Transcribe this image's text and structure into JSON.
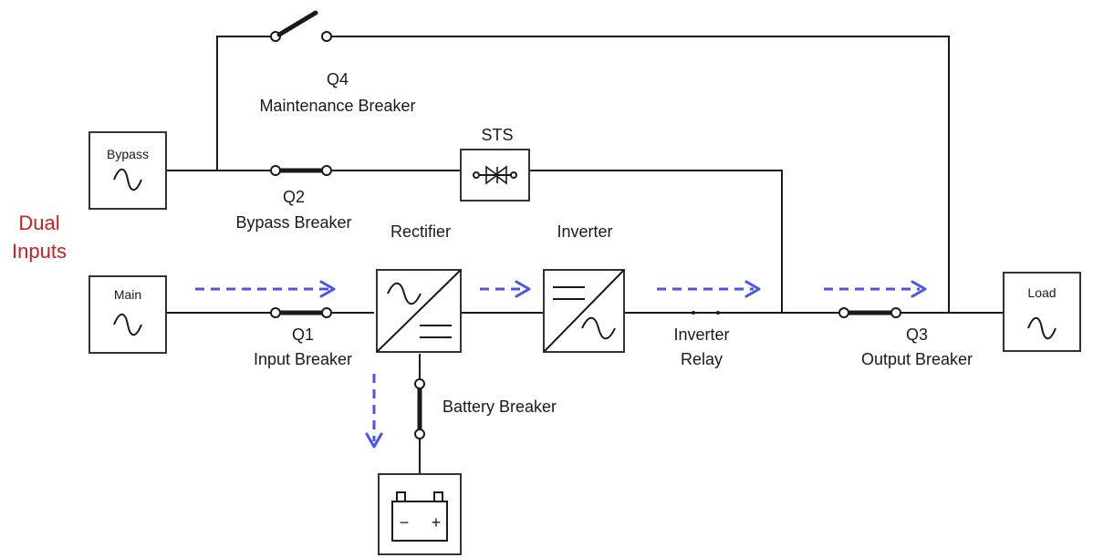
{
  "title_note": {
    "line1": "Dual",
    "line2": "Inputs",
    "color": "#cc1f1f"
  },
  "sources": {
    "bypass": "Bypass",
    "main": "Main",
    "load": "Load"
  },
  "breakers": {
    "q4": {
      "id": "Q4",
      "name": "Maintenance Breaker"
    },
    "q2": {
      "id": "Q2",
      "name": "Bypass Breaker"
    },
    "q1": {
      "id": "Q1",
      "name": "Input Breaker"
    },
    "q3": {
      "id": "Q3",
      "name": "Output Breaker"
    },
    "battery": {
      "name": "Battery Breaker"
    }
  },
  "blocks": {
    "sts": "STS",
    "rectifier": "Rectifier",
    "inverter": "Inverter",
    "inverter_relay": {
      "line1": "Inverter",
      "line2": "Relay"
    }
  },
  "battery_symbol": {
    "minus": "−",
    "plus": "+"
  },
  "colors": {
    "flow_arrow": "#4a55e8",
    "wire": "#1a1a1a"
  }
}
